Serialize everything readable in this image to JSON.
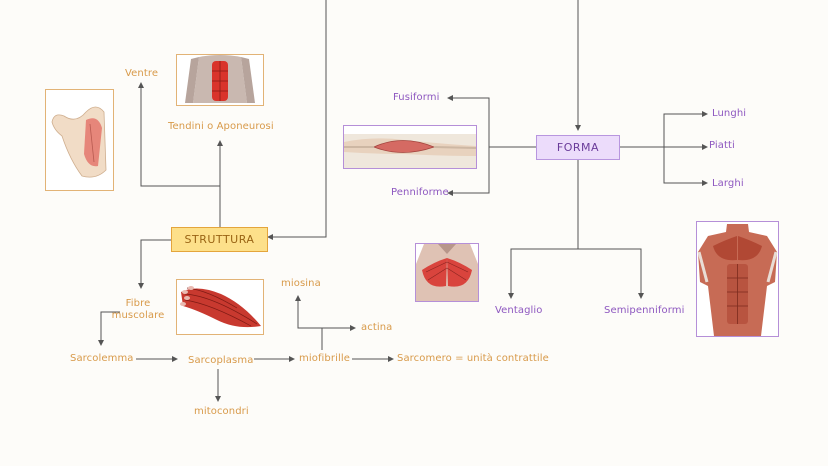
{
  "colors": {
    "orange_text": "#d89a4a",
    "purple_text": "#8e58c0",
    "line": "#555555",
    "struttura_fill": "#fde08a",
    "struttura_border": "#e4a53c",
    "forma_fill": "#ecdcfb",
    "forma_border": "#b896df"
  },
  "struttura": {
    "hub": "STRUTTURA",
    "ventre": "Ventre",
    "tendini": "Tendini o Aponeurosi",
    "fibre": "Fibre muscolare",
    "sarcolemma": "Sarcolemma",
    "sarcoplasma": "Sarcoplasma",
    "mitocondri": "mitocondri",
    "miofibrille": "miofibrille",
    "miosina": "miosina",
    "actina": "actina",
    "sarcomero": "Sarcomero = unità contrattile"
  },
  "forma": {
    "hub": "FORMA",
    "fusiformi": "Fusiformi",
    "penniforme": "Penniforme",
    "lunghi": "Lunghi",
    "piatti": "Piatti",
    "larghi": "Larghi",
    "ventaglio": "Ventaglio",
    "semipenniformi": "Semipenniformi"
  },
  "images": {
    "abdomen": "abdominal-muscles-image",
    "arm": "arm-biceps-image",
    "fibers": "muscle-fibers-image",
    "fusiform": "fusiform-muscle-image",
    "chest": "pectoral-muscle-image",
    "torso": "anterior-torso-muscles-image"
  }
}
